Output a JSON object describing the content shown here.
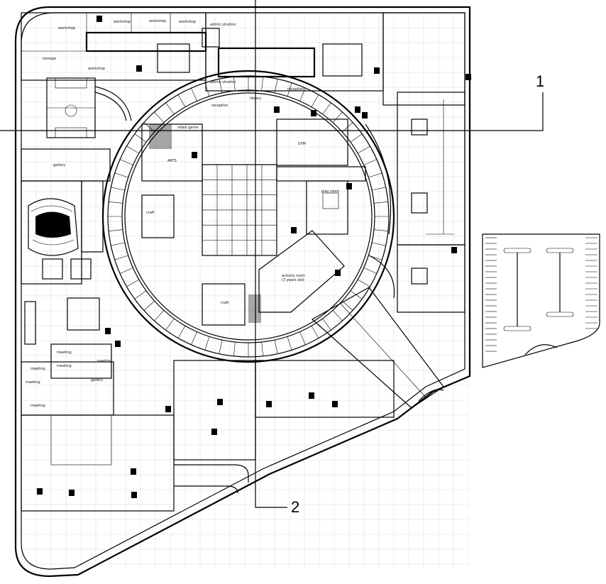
{
  "section_marks": {
    "mark_1": "1",
    "mark_2": "2"
  },
  "rooms": {
    "workshop_1": "workshop",
    "workshop_2": "workshop",
    "workshop_3": "workshop",
    "workshop_4": "workshop",
    "workshop_5": "workshop",
    "admin_top": "admin stration",
    "storage": "storage",
    "admin_mid": "admin stration",
    "library": "library",
    "reception_1": "reception",
    "reception_2": "reception",
    "video_game": "video game",
    "gym": "GYM",
    "arts": "ARTS",
    "gallery_1": "gallery",
    "play_room": "play room",
    "craft_1": "craft",
    "activity_room": "activity room",
    "activity_age": "(3 years old)",
    "craft_2": "craft",
    "meeting_1": "meeting",
    "meeting_2": "meeting",
    "meeting_3": "meeting",
    "meeting_4": "meeting",
    "meeting_5": "meeting",
    "meeting_6": "meeting",
    "gallery_2": "gallery"
  },
  "colors": {
    "line": "#000000",
    "grid": "#d9d9d9",
    "background": "#ffffff"
  }
}
